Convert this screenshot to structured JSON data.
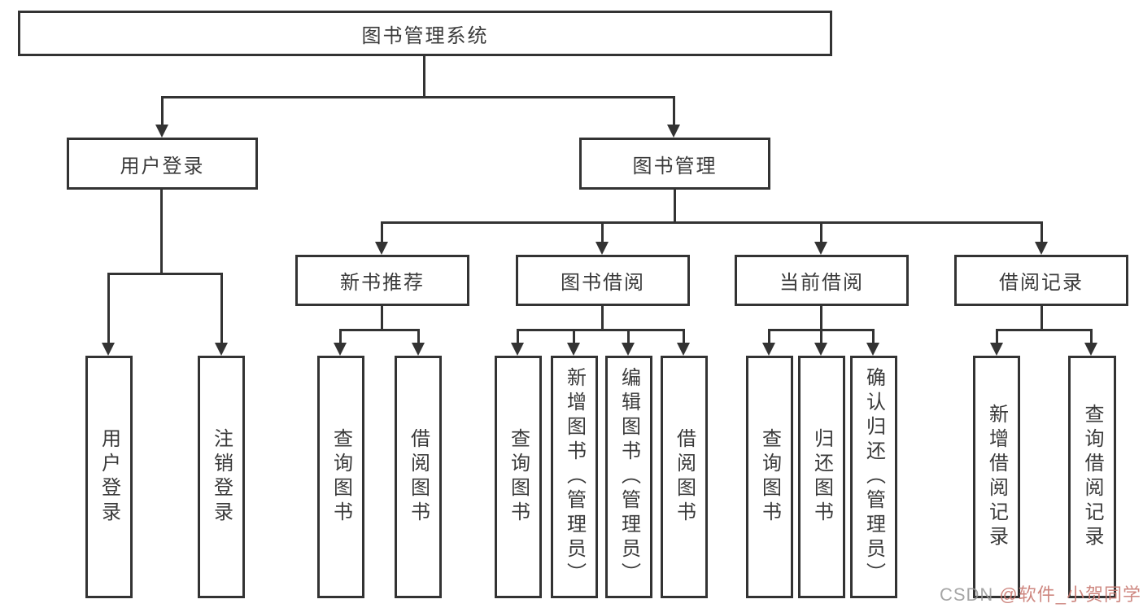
{
  "diagram": {
    "title": "图书管理系统",
    "root": {
      "label": "图书管理系统"
    },
    "level1": [
      {
        "label": "用户登录"
      },
      {
        "label": "图书管理"
      }
    ],
    "level2": [
      {
        "label": "新书推荐"
      },
      {
        "label": "图书借阅"
      },
      {
        "label": "当前借阅"
      },
      {
        "label": "借阅记录"
      }
    ],
    "leaves": {
      "user_login": [
        {
          "label": "用户登录"
        },
        {
          "label": "注销登录"
        }
      ],
      "new_books": [
        {
          "label": "查询图书"
        },
        {
          "label": "借阅图书"
        }
      ],
      "book_borrow": [
        {
          "label": "查询图书"
        },
        {
          "label": "新增图书（管理员）"
        },
        {
          "label": "编辑图书（管理员）"
        },
        {
          "label": "借阅图书"
        }
      ],
      "current_borrow": [
        {
          "label": "查询图书"
        },
        {
          "label": "归还图书"
        },
        {
          "label": "确认归还（管理员）"
        }
      ],
      "borrow_records": [
        {
          "label": "新增借阅记录"
        },
        {
          "label": "查询借阅记录"
        }
      ]
    },
    "watermark": {
      "prefix": "CSDN ",
      "handle": "@软件_小贺同学"
    },
    "colors": {
      "line": "#333333",
      "text": "#3a3a3a",
      "background": "#ffffff",
      "watermark_gray": "#969696",
      "watermark_red": "#c97a72"
    }
  }
}
